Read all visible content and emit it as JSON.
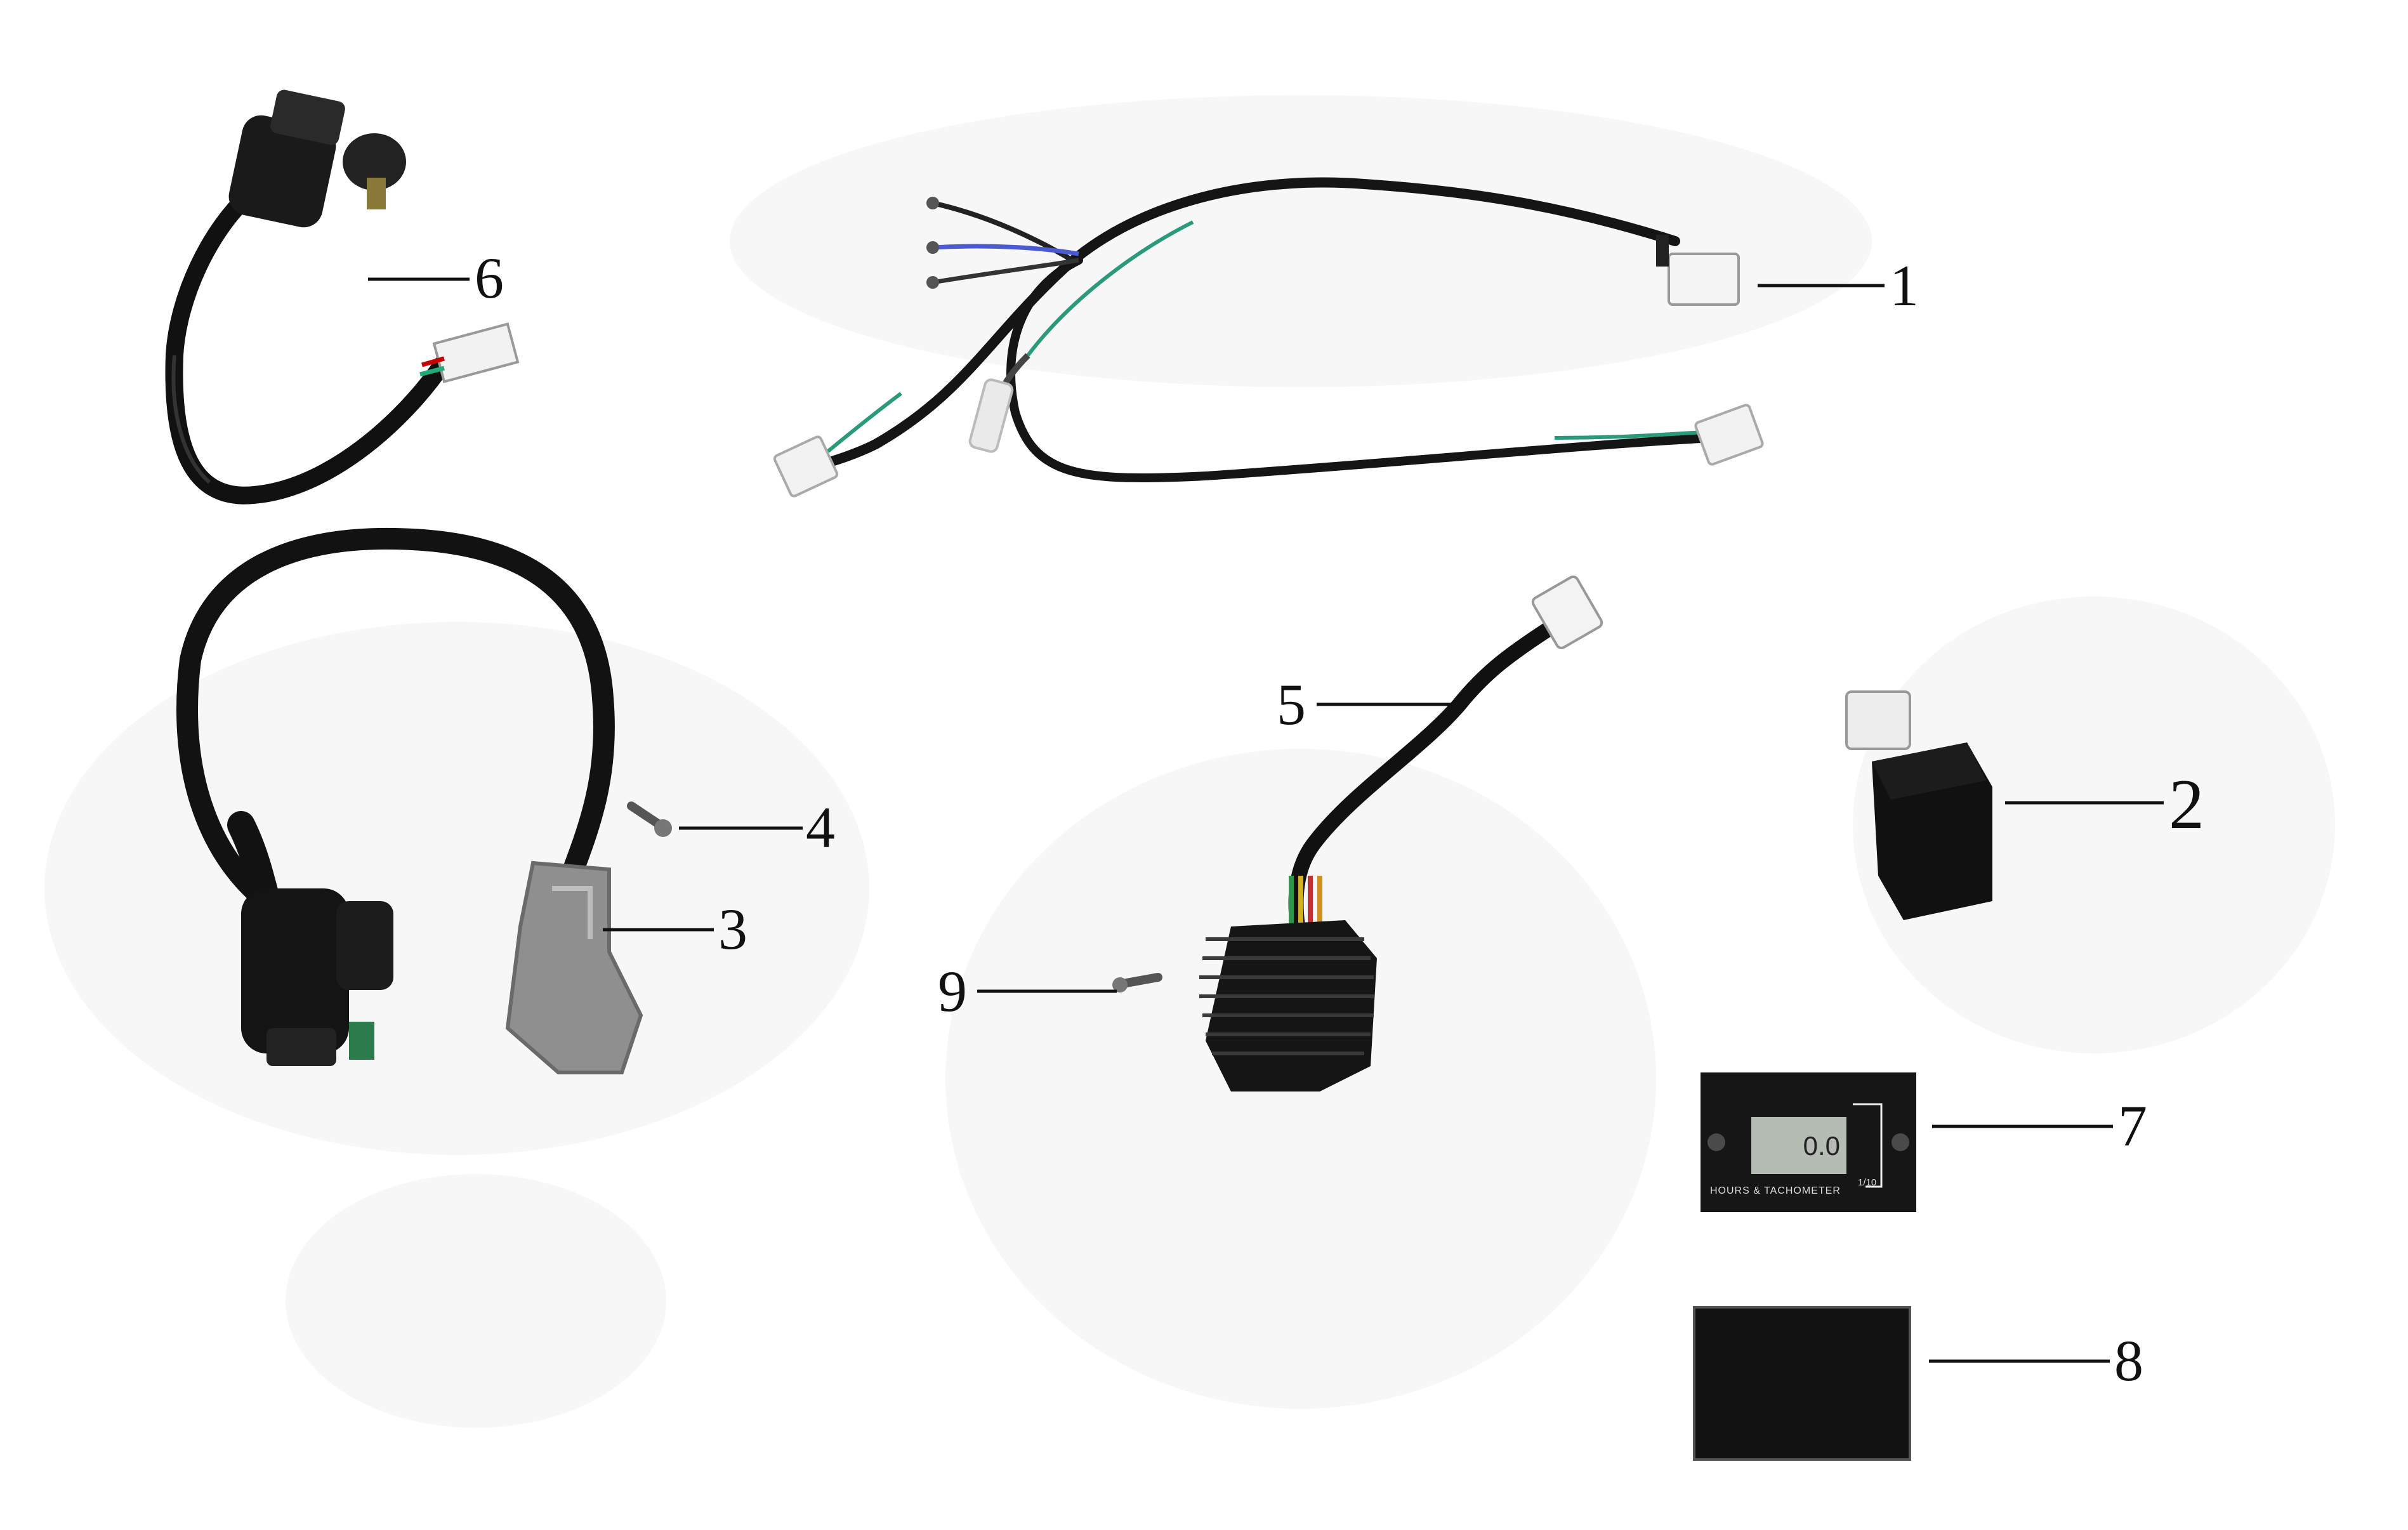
{
  "callouts": [
    {
      "id": "1",
      "label": "1"
    },
    {
      "id": "2",
      "label": "2"
    },
    {
      "id": "3",
      "label": "3"
    },
    {
      "id": "4",
      "label": "4"
    },
    {
      "id": "5",
      "label": "5"
    },
    {
      "id": "6",
      "label": "6"
    },
    {
      "id": "7",
      "label": "7"
    },
    {
      "id": "8",
      "label": "8"
    },
    {
      "id": "9",
      "label": "9"
    }
  ],
  "hour_meter": {
    "display": "0.0",
    "brand_text": "HOURS & TACHOMETER",
    "corner_text": "1/10"
  }
}
